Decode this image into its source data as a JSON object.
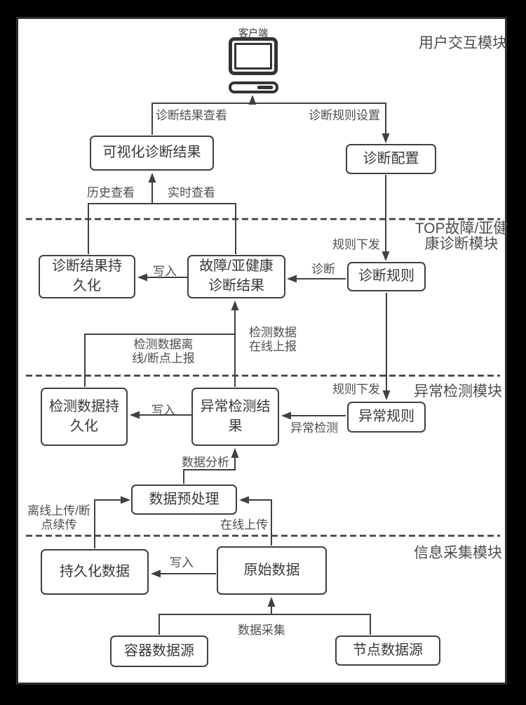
{
  "colors": {
    "background": "#000000",
    "page": "#ffffff",
    "stroke": "#404040",
    "node_text": "#383838",
    "label_text": "#4d4d4d"
  },
  "client": {
    "label": "客户端",
    "icon": "desktop-computer-icon"
  },
  "modules": {
    "user_interaction": {
      "label": "用户交互模块"
    },
    "top_diagnosis": {
      "lines": [
        "TOP故障/亚健",
        "康诊断模块"
      ]
    },
    "anomaly_detection": {
      "label": "异常检测模块"
    },
    "info_collection": {
      "label": "信息采集模块"
    }
  },
  "nodes": {
    "viz_result": {
      "lines": [
        "可视化诊断结果"
      ]
    },
    "diag_config": {
      "lines": [
        "诊断配置"
      ]
    },
    "diag_persist": {
      "lines": [
        "诊断结果持",
        "久化"
      ]
    },
    "fault_result": {
      "lines": [
        "故障/亚健康",
        "诊断结果"
      ]
    },
    "diag_rule": {
      "lines": [
        "诊断规则"
      ]
    },
    "detect_persist": {
      "lines": [
        "检测数据持",
        "久化"
      ]
    },
    "anomaly_result": {
      "lines": [
        "异常检测结",
        "果"
      ]
    },
    "anomaly_rule": {
      "lines": [
        "异常规则"
      ]
    },
    "preprocess": {
      "lines": [
        "数据预处理"
      ]
    },
    "persist_data": {
      "lines": [
        "持久化数据"
      ]
    },
    "raw_data": {
      "lines": [
        "原始数据"
      ]
    },
    "container_source": {
      "lines": [
        "容器数据源"
      ]
    },
    "node_source": {
      "lines": [
        "节点数据源"
      ]
    }
  },
  "edges": {
    "view_result": "诊断结果查看",
    "set_rule": "诊断规则设置",
    "history_view": "历史查看",
    "realtime_view": "实时查看",
    "rule_dispatch_diag": "规则下发",
    "diagnose": "诊断",
    "write_diag": "写入",
    "detect_offline": {
      "lines": [
        "检测数据离",
        "线/断点上报"
      ]
    },
    "detect_online": {
      "lines": [
        "检测数据",
        "在线上报"
      ]
    },
    "rule_dispatch_anomaly": "规则下发",
    "anomaly_detect": "异常检测",
    "write_detect": "写入",
    "data_analysis": "数据分析",
    "offline_upload": {
      "lines": [
        "离线上传/断",
        "点续传"
      ]
    },
    "online_upload": "在线上传",
    "write_raw": "写入",
    "data_collect": "数据采集"
  }
}
